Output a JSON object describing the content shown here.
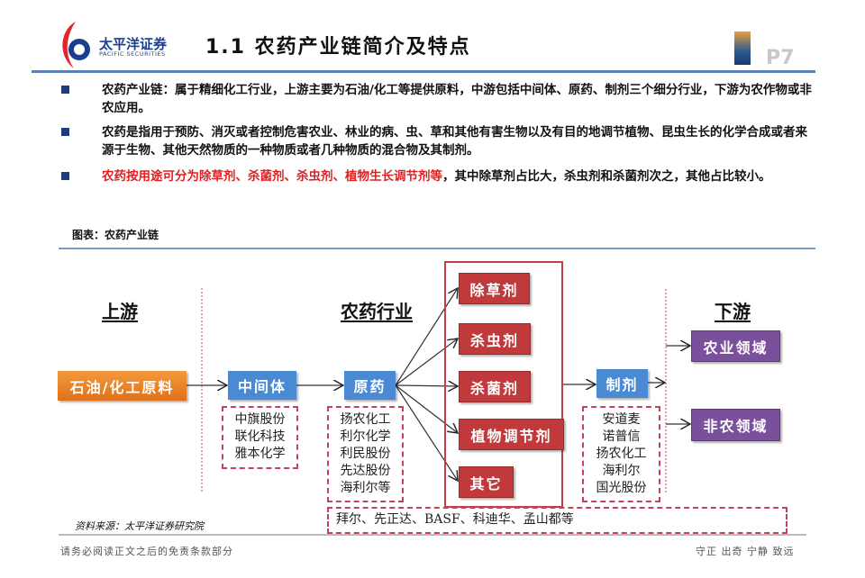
{
  "header": {
    "logo_cn": "太平洋证券",
    "logo_en": "PACIFIC SECURITIES",
    "title": "1.1 农药产业链简介及特点",
    "page": "P7"
  },
  "bullets": [
    {
      "text": "农药产业链：属于精细化工行业，上游主要为石油/化工等提供原料，中游包括中间体、原药、制剂三个细分行业，下游为农作物或非农应用。"
    },
    {
      "highlight": "",
      "text": "农药是指用于预防、消灭或者控制危害农业、林业的病、虫、草和其他有害生物以及有目的地调节植物、昆虫生长的化学合成或者来源于生物、其他天然物质的一种物质或者几种物质的混合物及其制剂。"
    },
    {
      "highlight": "农药按用途可分为除草剂、杀菌剂、杀虫剂、植物生长调节剂等",
      "text": "，其中除草剂占比大，杀虫剂和杀菌剂次之，其他占比较小。"
    }
  ],
  "figure_label": "图表：农药产业链",
  "diagram": {
    "upstream": "上游",
    "industry": "农药行业",
    "downstream": "下游",
    "raw": "石油/化工原料",
    "intermediate": "中间体",
    "technical": "原药",
    "formulation": "制剂",
    "types": [
      "除草剂",
      "杀虫剂",
      "杀菌剂",
      "植物调节剂",
      "其它"
    ],
    "uses": [
      "农业领域",
      "非农领域"
    ],
    "intermediate_cos": [
      "中旗股份",
      "联化科技",
      "雅本化学"
    ],
    "technical_cos": [
      "扬农化工",
      "利尔化学",
      "利民股份",
      "先达股份",
      "海利尔等"
    ],
    "formulation_cos": [
      "安道麦",
      "诺普信",
      "扬农化工",
      "海利尔",
      "国光股份"
    ],
    "global_cos": "拜尔、先正达、BASF、科迪华、孟山都等"
  },
  "source": "资料来源：太平洋证券研究院",
  "footer": {
    "left": "请务必阅读正文之后的免责条款部分",
    "right": "守正  出奇  宁静  致远"
  },
  "colors": {
    "accent_blue": "#4a8ad4",
    "red": "#c0393b",
    "purple": "#7a509c",
    "orange": "#e67e22"
  }
}
